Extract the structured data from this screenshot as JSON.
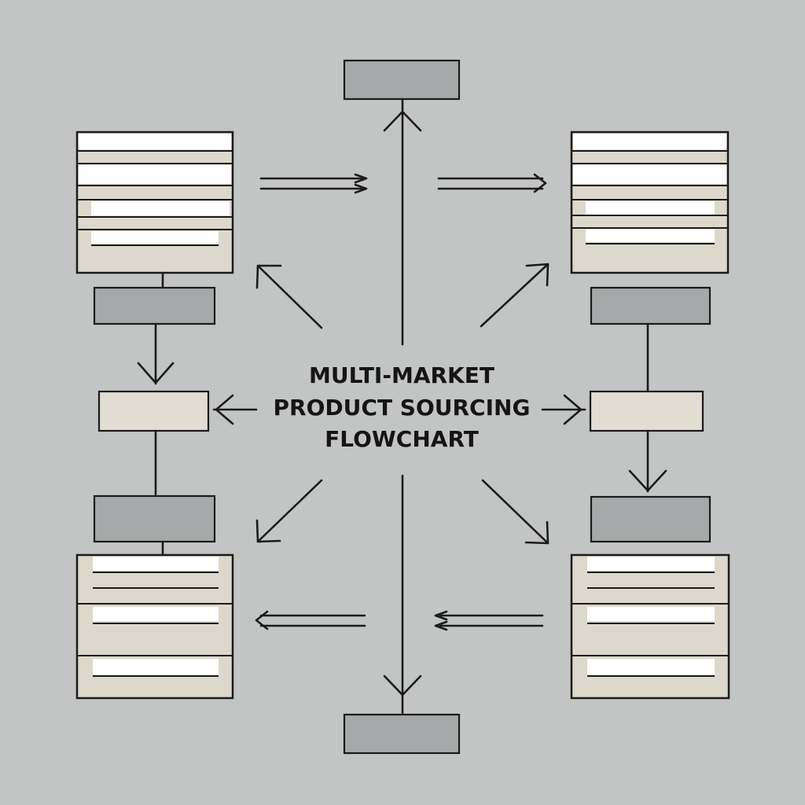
{
  "diagram": {
    "title_lines": [
      "MULTI-MARKET",
      "PRODUCT SOURCING",
      "FLOWCHART"
    ],
    "colors": {
      "background": "#c3c5c5",
      "box_gray": "#a6a8a9",
      "box_beige": "#e1ddd3",
      "document_fill": "#ddd8cc",
      "line": "#1b1b1b"
    },
    "nodes": [
      {
        "id": "top-box",
        "kind": "gray-box"
      },
      {
        "id": "bottom-box",
        "kind": "gray-box"
      },
      {
        "id": "doc-top-left",
        "kind": "document"
      },
      {
        "id": "doc-top-right",
        "kind": "document"
      },
      {
        "id": "doc-bottom-left",
        "kind": "document"
      },
      {
        "id": "doc-bottom-right",
        "kind": "document"
      },
      {
        "id": "left-upper-box",
        "kind": "gray-box"
      },
      {
        "id": "left-middle-box",
        "kind": "beige-box"
      },
      {
        "id": "left-lower-box",
        "kind": "gray-box"
      },
      {
        "id": "right-upper-box",
        "kind": "gray-box"
      },
      {
        "id": "right-middle-box",
        "kind": "beige-box"
      },
      {
        "id": "right-lower-box",
        "kind": "gray-box"
      }
    ],
    "connections": [
      {
        "from": "center",
        "to": "top-box",
        "style": "arrow"
      },
      {
        "from": "center",
        "to": "bottom-box",
        "style": "arrow"
      },
      {
        "from": "center",
        "to": "left-middle-box",
        "style": "arrow"
      },
      {
        "from": "center",
        "to": "right-middle-box",
        "style": "arrow"
      },
      {
        "from": "center",
        "to": "doc-top-left",
        "style": "arrow"
      },
      {
        "from": "center",
        "to": "doc-top-right",
        "style": "arrow"
      },
      {
        "from": "center",
        "to": "doc-bottom-left",
        "style": "arrow"
      },
      {
        "from": "center",
        "to": "doc-bottom-right",
        "style": "arrow"
      },
      {
        "from": "doc-top-left",
        "to": "doc-top-right",
        "style": "double-arrow"
      },
      {
        "from": "doc-bottom-right",
        "to": "doc-bottom-left",
        "style": "double-arrow"
      },
      {
        "from": "left-upper-box",
        "to": "left-middle-box",
        "style": "arrow"
      },
      {
        "from": "right-middle-box",
        "to": "right-lower-box",
        "style": "arrow"
      }
    ]
  }
}
